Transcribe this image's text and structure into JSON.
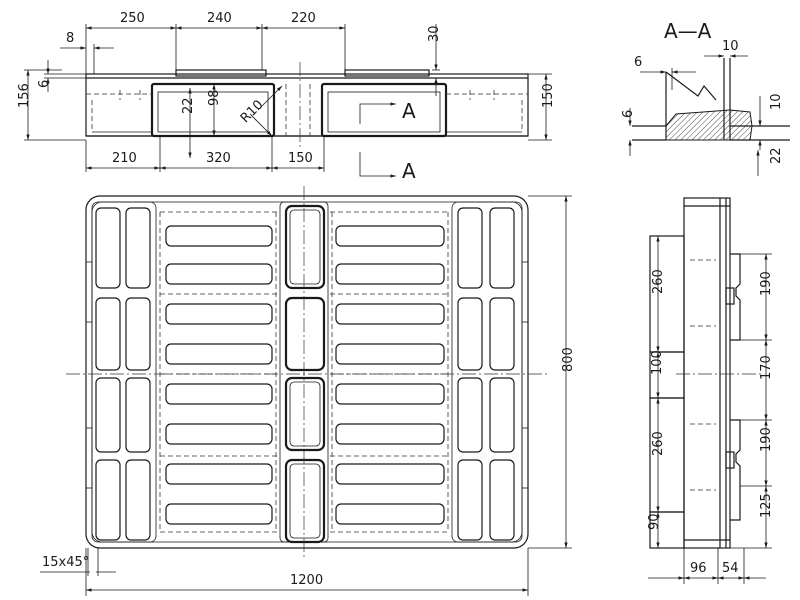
{
  "top_view": {
    "dims_top": [
      "250",
      "240",
      "220"
    ],
    "dim_8": "8",
    "dim_6": "6",
    "dim_156": "156",
    "dim_22": "22",
    "dim_98": "98",
    "radius": "R10",
    "dim_30": "30",
    "dim_150": "150",
    "dims_bottom": [
      "210",
      "320",
      "150"
    ],
    "section_mark": "A"
  },
  "section_view": {
    "title": "A—A",
    "dim_6": "6",
    "dim_10_top": "10",
    "dim_6_left": "6",
    "dim_10_right": "10",
    "dim_22": "22"
  },
  "plan_view": {
    "dim_width": "1200",
    "dim_height": "800",
    "chamfer": "15x45°"
  },
  "side_view": {
    "left_dims": [
      "260",
      "100",
      "260",
      "90"
    ],
    "right_dims": [
      "190",
      "170",
      "190",
      "125"
    ],
    "bottom_dims": [
      "96",
      "54"
    ]
  }
}
